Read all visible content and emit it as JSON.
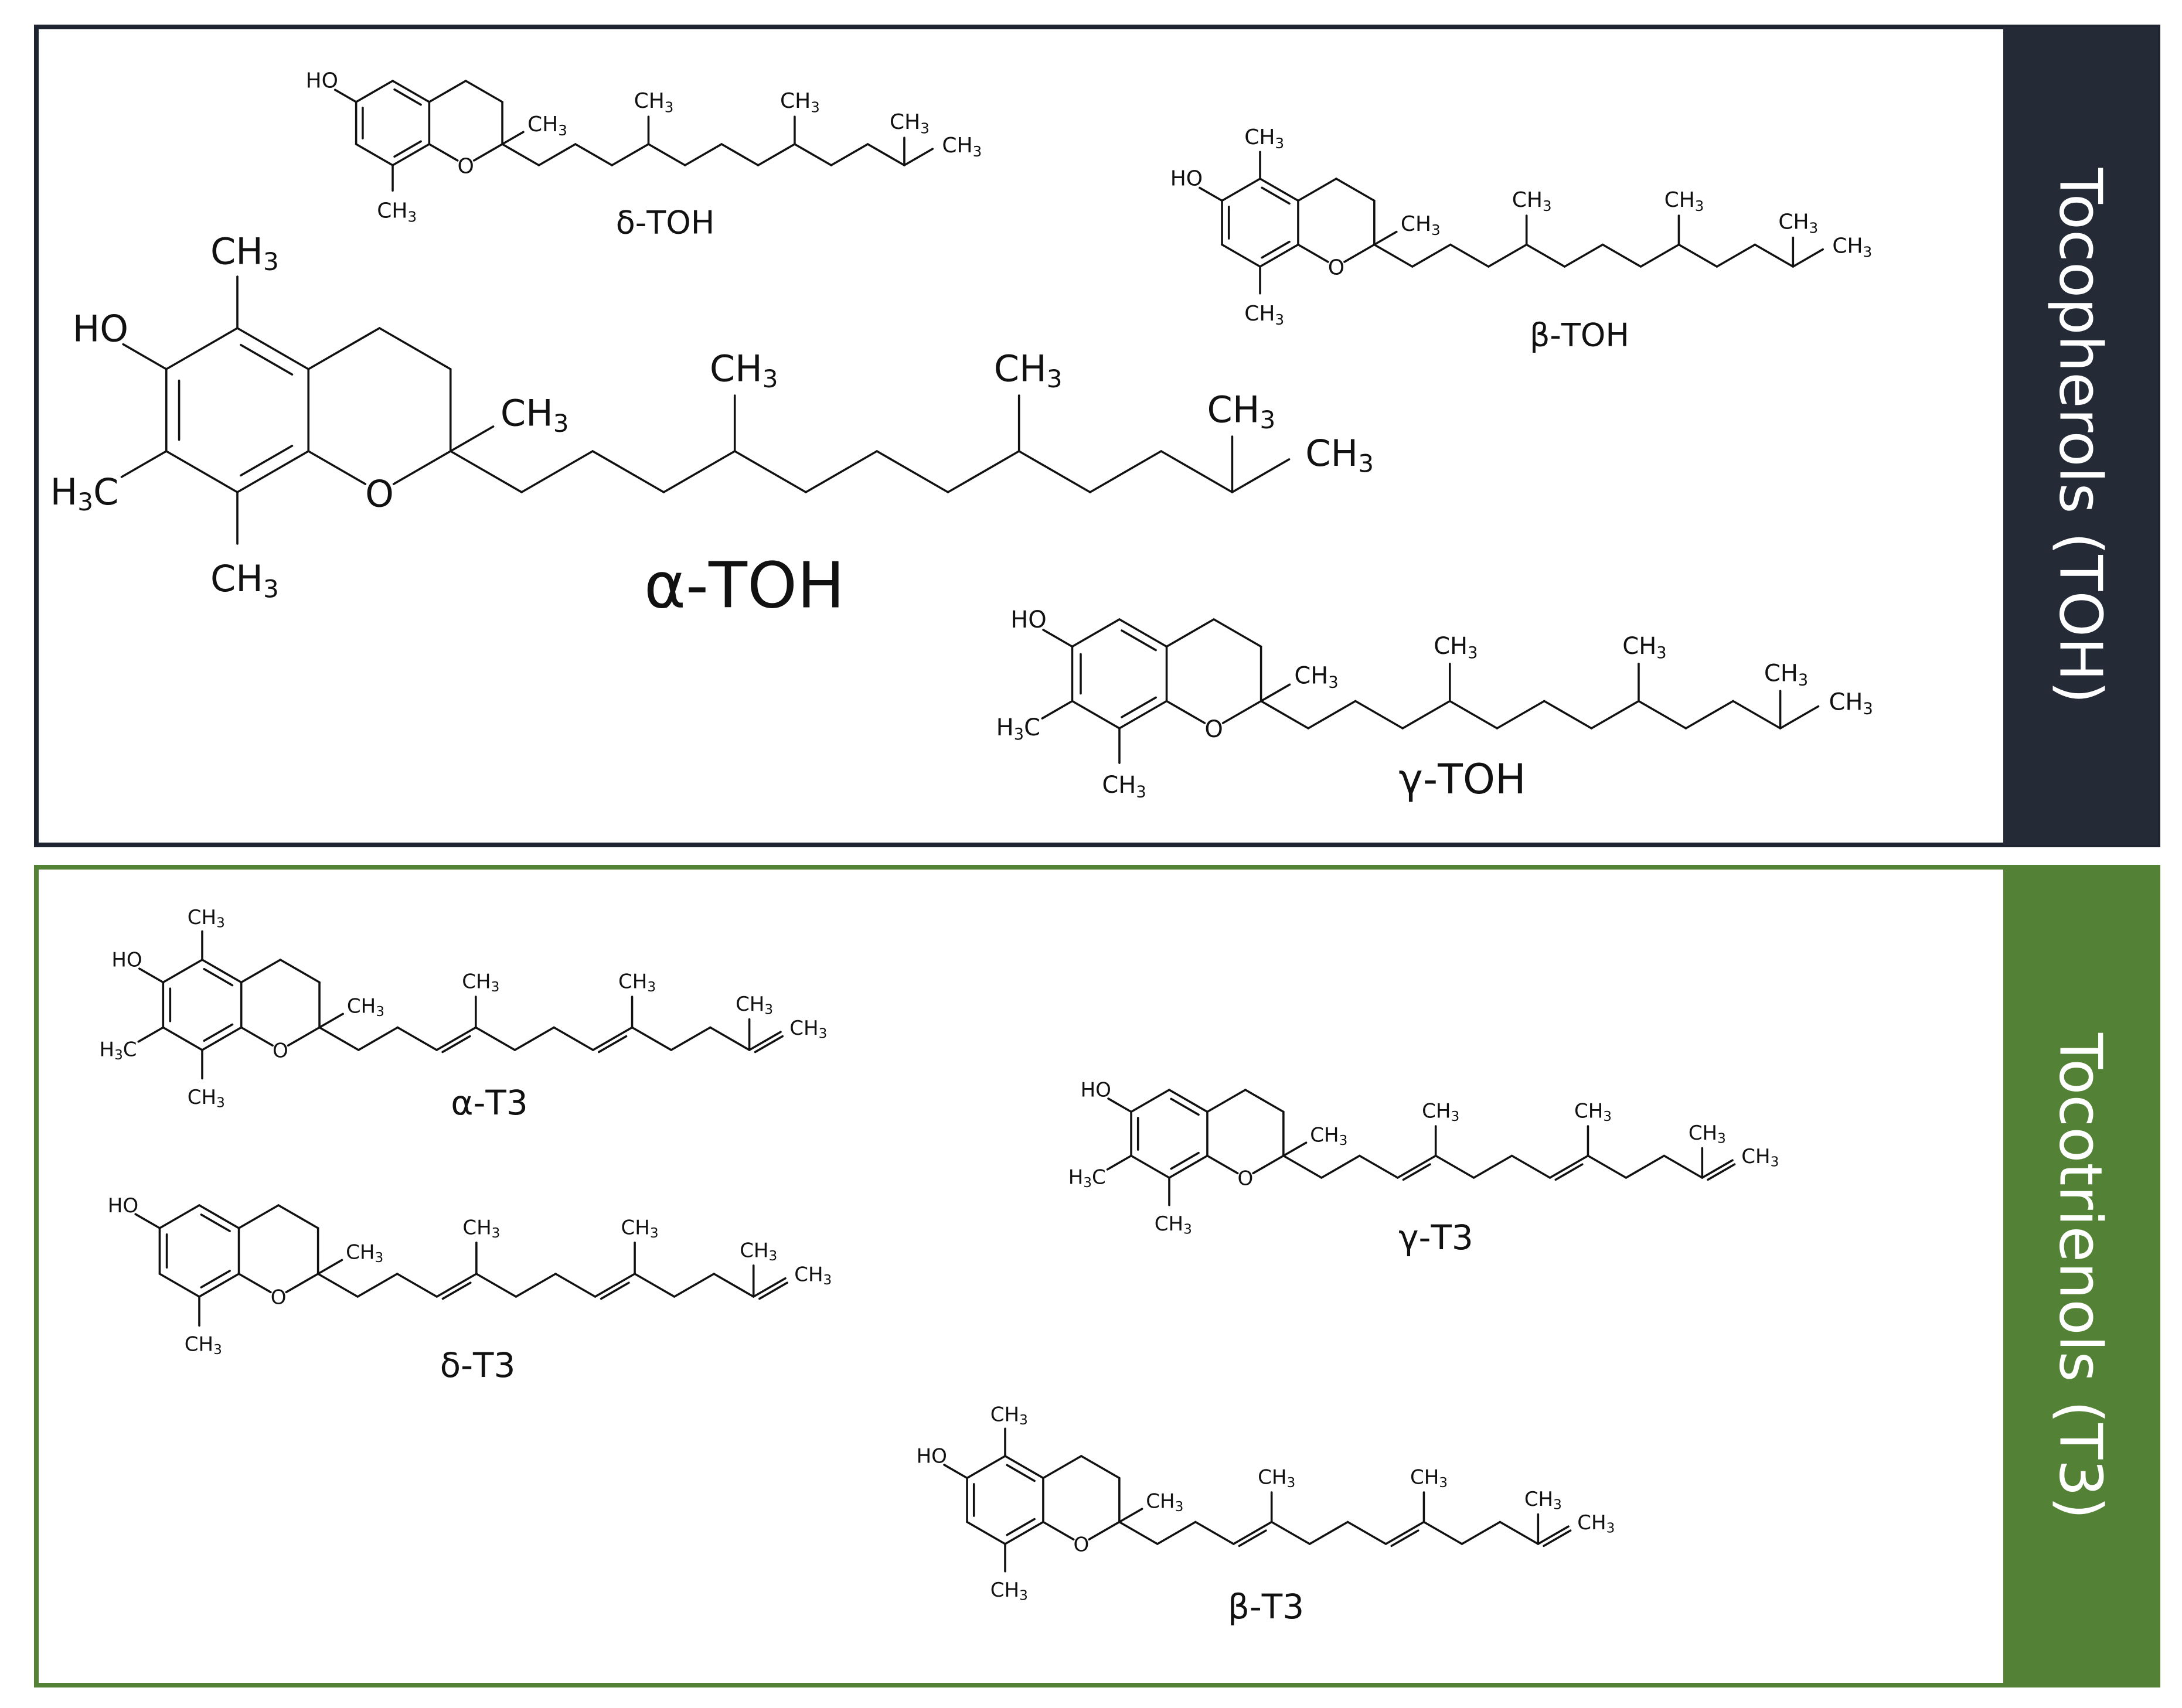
{
  "panels": {
    "tocopherols": {
      "label": "Tocopherols (TOH)",
      "border_color": "#1f2530",
      "band_color": "#242a36",
      "compounds": [
        {
          "id": "delta-toh",
          "name": "δ-TOH"
        },
        {
          "id": "beta-toh",
          "name": "β-TOH"
        },
        {
          "id": "alpha-toh",
          "name": "α-TOH"
        },
        {
          "id": "gamma-toh",
          "name": "γ-TOH"
        }
      ]
    },
    "tocotrienols": {
      "label": "Tocotrienols (T3)",
      "border_color": "#538135",
      "band_color": "#538135",
      "compounds": [
        {
          "id": "alpha-t3",
          "name": "α-T3"
        },
        {
          "id": "gamma-t3",
          "name": "γ-T3"
        },
        {
          "id": "delta-t3",
          "name": "δ-T3"
        },
        {
          "id": "beta-t3",
          "name": "β-T3"
        }
      ]
    }
  },
  "atoms": {
    "hydroxyl": "HO",
    "oxygen": "O",
    "methyl": "CH",
    "methyl_sub": "3",
    "methyl_left_h": "H",
    "methyl_left_sub": "3",
    "methyl_left_c": "C"
  }
}
